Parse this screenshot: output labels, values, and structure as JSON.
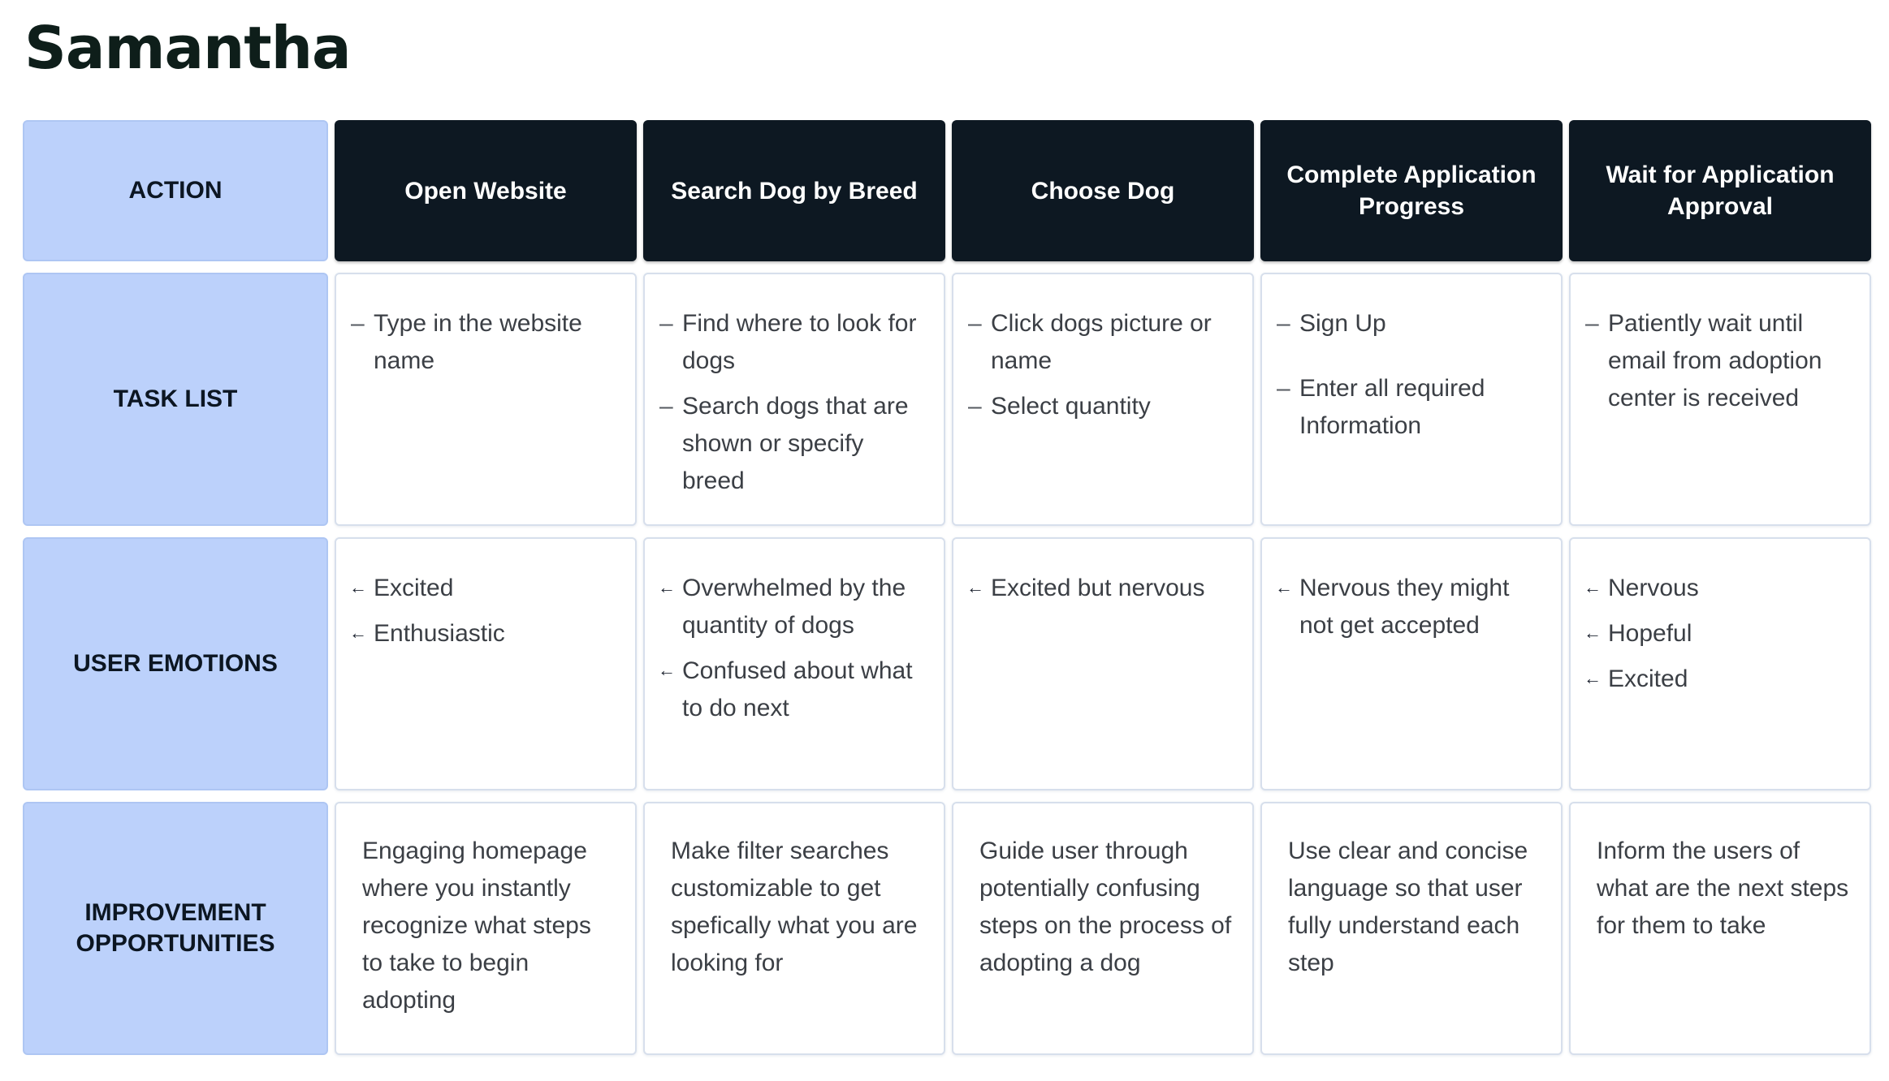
{
  "title": "Samantha",
  "row_labels": [
    "ACTION",
    "TASK LIST",
    "USER EMOTIONS",
    "IMPROVEMENT OPPORTUNITIES"
  ],
  "columns": [
    {
      "action": "Open Website",
      "tasks": [
        "Type in the website name"
      ],
      "emotions": [
        "Excited",
        "Enthusiastic"
      ],
      "improvement": "Engaging homepage where you instantly recognize what steps to take to begin adopting"
    },
    {
      "action": "Search Dog by Breed",
      "tasks": [
        "Find where to look for dogs",
        "Search dogs that are shown or specify breed"
      ],
      "emotions": [
        "Overwhelmed by the quantity of dogs",
        "Confused about what to do next"
      ],
      "improvement": "Make filter searches customizable to get spefically what you are looking for"
    },
    {
      "action": "Choose Dog",
      "tasks": [
        "Click dogs picture or name",
        "Select quantity"
      ],
      "emotions": [
        "Excited but nervous"
      ],
      "improvement": "Guide user through potentially confusing steps on the process of adopting a dog"
    },
    {
      "action": "Complete Application Progress",
      "tasks": [
        "Sign Up",
        "Enter all required Information"
      ],
      "emotions": [
        "Nervous they might not get accepted"
      ],
      "improvement": "Use clear and concise language so that user fully understand each step"
    },
    {
      "action": "Wait for Application Approval",
      "tasks": [
        "Patiently wait until email from adoption center is received"
      ],
      "emotions": [
        "Nervous",
        "Hopeful",
        "Excited"
      ],
      "improvement": "Inform the users of what are the next steps for them to take"
    }
  ],
  "colors": {
    "label_bg": "#bcd1fb",
    "header_bg": "#0d1822",
    "border": "#d7dfec"
  }
}
